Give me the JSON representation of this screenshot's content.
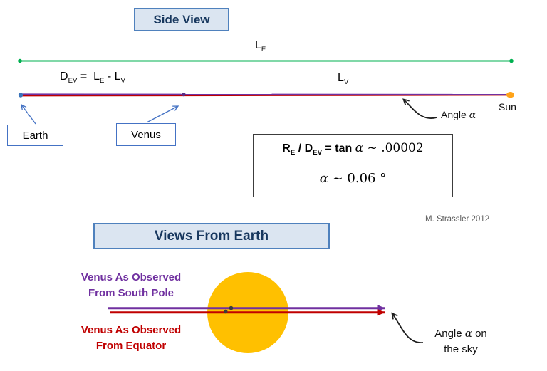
{
  "colors": {
    "green_line": "#00b050",
    "purple": "#7030a0",
    "red": "#c00000",
    "sun_orange": "#ffc000",
    "callout_blue": "#4472c4",
    "title_bg": "#dbe5f1",
    "title_border": "#4f81bd",
    "title_text": "#17375e",
    "credit_gray": "#595959"
  },
  "side_view": {
    "title": "Side View",
    "le_label": {
      "base": "L",
      "sub": "E"
    },
    "lv_label": {
      "base": "L",
      "sub": "V"
    },
    "dev_formula": {
      "d": "D",
      "d_sub": "EV",
      "eq": " = ",
      "l1": "L",
      "l1_sub": "E",
      "minus": " - ",
      "l2": "L",
      "l2_sub": "V"
    },
    "earth_label": "Earth",
    "venus_label": "Venus",
    "sun_label": "Sun",
    "angle_label": {
      "pre": "Angle ",
      "alpha": "α"
    },
    "formula_box": {
      "r": "R",
      "r_sub": "E",
      "slash": " / ",
      "d": "D",
      "d_sub": "EV",
      "tan": " = tan ",
      "alpha": "α",
      "approx": " ~ .00002",
      "line2_alpha": "α",
      "line2_rest": " ~ 0.06 °"
    },
    "credit": "M. Strassler 2012"
  },
  "views_from_earth": {
    "title": "Views From Earth",
    "south_pole_label": {
      "line1": "Venus As Observed",
      "line2": "From South Pole"
    },
    "equator_label": {
      "line1": "Venus As Observed",
      "line2": "From Equator"
    },
    "angle_sky_label": {
      "pre": "Angle ",
      "alpha": "α",
      "post": " on",
      "line2": "the sky"
    }
  }
}
